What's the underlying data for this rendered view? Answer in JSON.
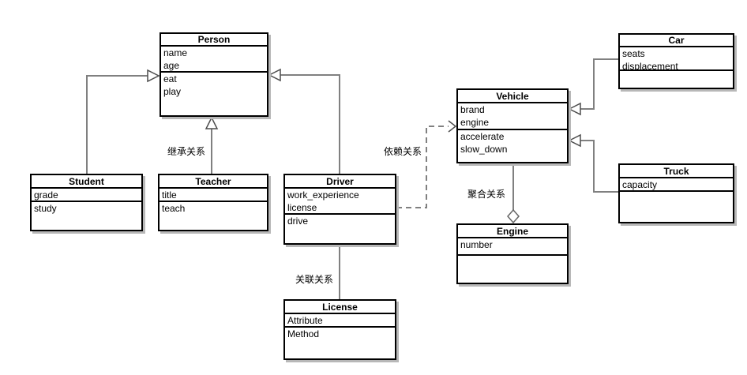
{
  "classes": [
    {
      "name": "Person",
      "attributes": [
        "name",
        "age"
      ],
      "methods": [
        "eat",
        "play"
      ]
    },
    {
      "name": "Student",
      "attributes": [
        "grade"
      ],
      "methods": [
        "study"
      ]
    },
    {
      "name": "Teacher",
      "attributes": [
        "title"
      ],
      "methods": [
        "teach"
      ]
    },
    {
      "name": "Driver",
      "attributes": [
        "work_experience",
        "license"
      ],
      "methods": [
        "drive"
      ]
    },
    {
      "name": "License",
      "attributes": [
        "Attribute"
      ],
      "methods": [
        "Method"
      ]
    },
    {
      "name": "Vehicle",
      "attributes": [
        "brand",
        "engine"
      ],
      "methods": [
        "accelerate",
        "slow_down"
      ]
    },
    {
      "name": "Engine",
      "attributes": [
        "number"
      ],
      "methods": []
    },
    {
      "name": "Car",
      "attributes": [
        "seats",
        "displacement"
      ],
      "methods": []
    },
    {
      "name": "Truck",
      "attributes": [
        "capacity"
      ],
      "methods": []
    }
  ],
  "relationship_labels": {
    "inheritance": "继承关系",
    "dependency": "依赖关系",
    "association": "关联关系",
    "aggregation": "聚合关系"
  },
  "colors": {
    "line": "#808080",
    "border": "#000000",
    "shadow": "#b8b8b8",
    "background": "#ffffff"
  }
}
